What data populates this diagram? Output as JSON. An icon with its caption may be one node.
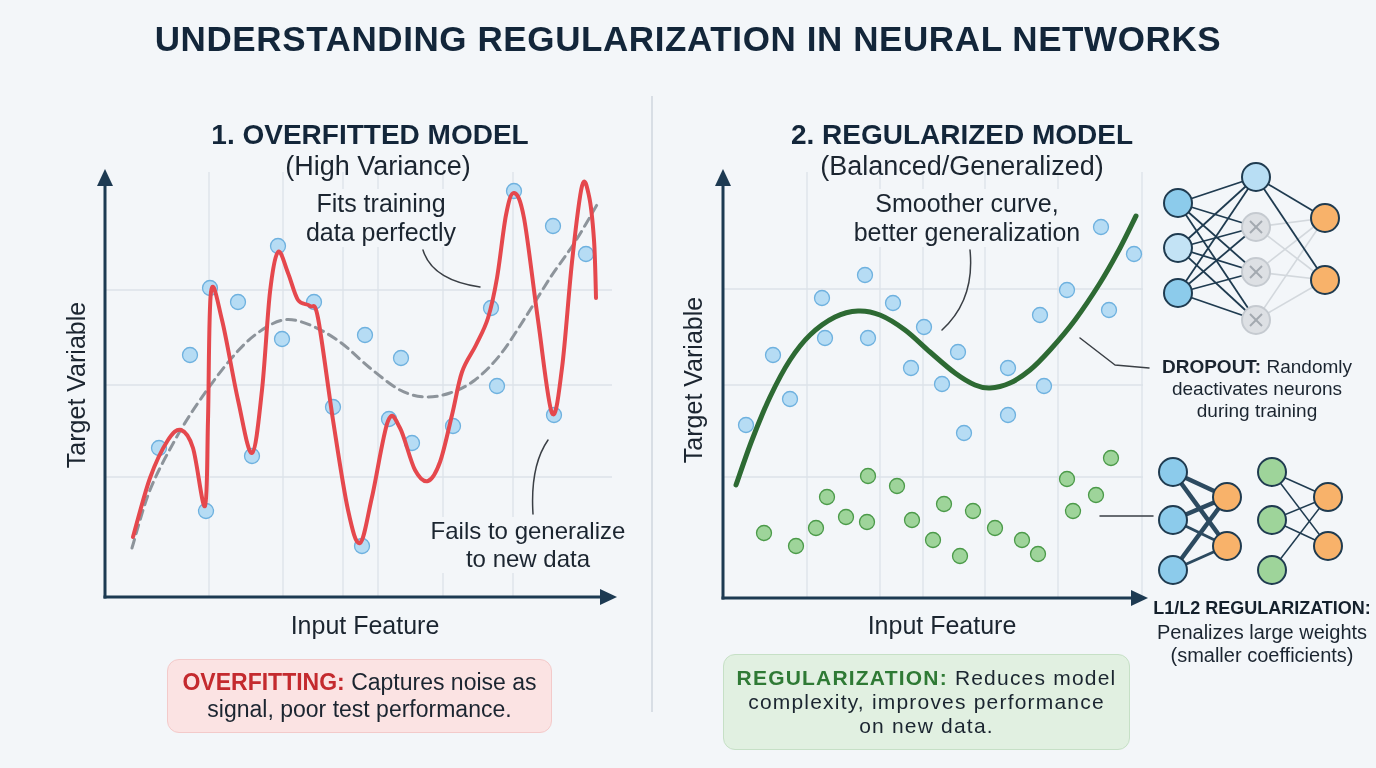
{
  "diagram": {
    "title": "UNDERSTANDING REGULARIZATION IN NEURAL NETWORKS",
    "nodes": [
      {
        "text": [
          "Fits training data perfectly"
        ]
      },
      {
        "text": [
          "Fails to generalize to new data"
        ]
      },
      {
        "text": [
          "**OVERFITTING:** Captures noise as signal, poor test performance."
        ]
      },
      {
        "text": [
          "Smoother curve, better generalization"
        ]
      },
      {
        "text": [],
        "shape": "picture"
      },
      {
        "text": [
          "**DROPOUT:** Randomly deactivates neurons during training"
        ]
      },
      {
        "text": [],
        "shape": "picture",
        "beside": [
          "L1/L2 REGULARIZATION:",
          "Penalizes large weights (smaller coefficients)"
        ]
      },
      {
        "text": [
          "**REGULARIZATION:** Reduces model complexity, improves performance on new data."
        ]
      }
    ],
    "edges": [
      {
        "from": 0,
        "to": null,
        "arrow": "none"
      },
      {
        "from": 1,
        "to": null,
        "arrow": "none"
      },
      {
        "from": 3,
        "to": null,
        "arrow": "none"
      },
      {
        "from": 5,
        "to": null,
        "arrow": "none"
      },
      {
        "from": 6,
        "to": null,
        "arrow": "none"
      }
    ],
    "labels": [
      "1. OVERFITTED MODEL",
      "(High Variance)",
      "Target Variable",
      "Input Feature",
      "2. REGULARIZED MODEL",
      "(Balanced/Generalized)",
      "Target Variable",
      "Input Feature"
    ]
  }
}
